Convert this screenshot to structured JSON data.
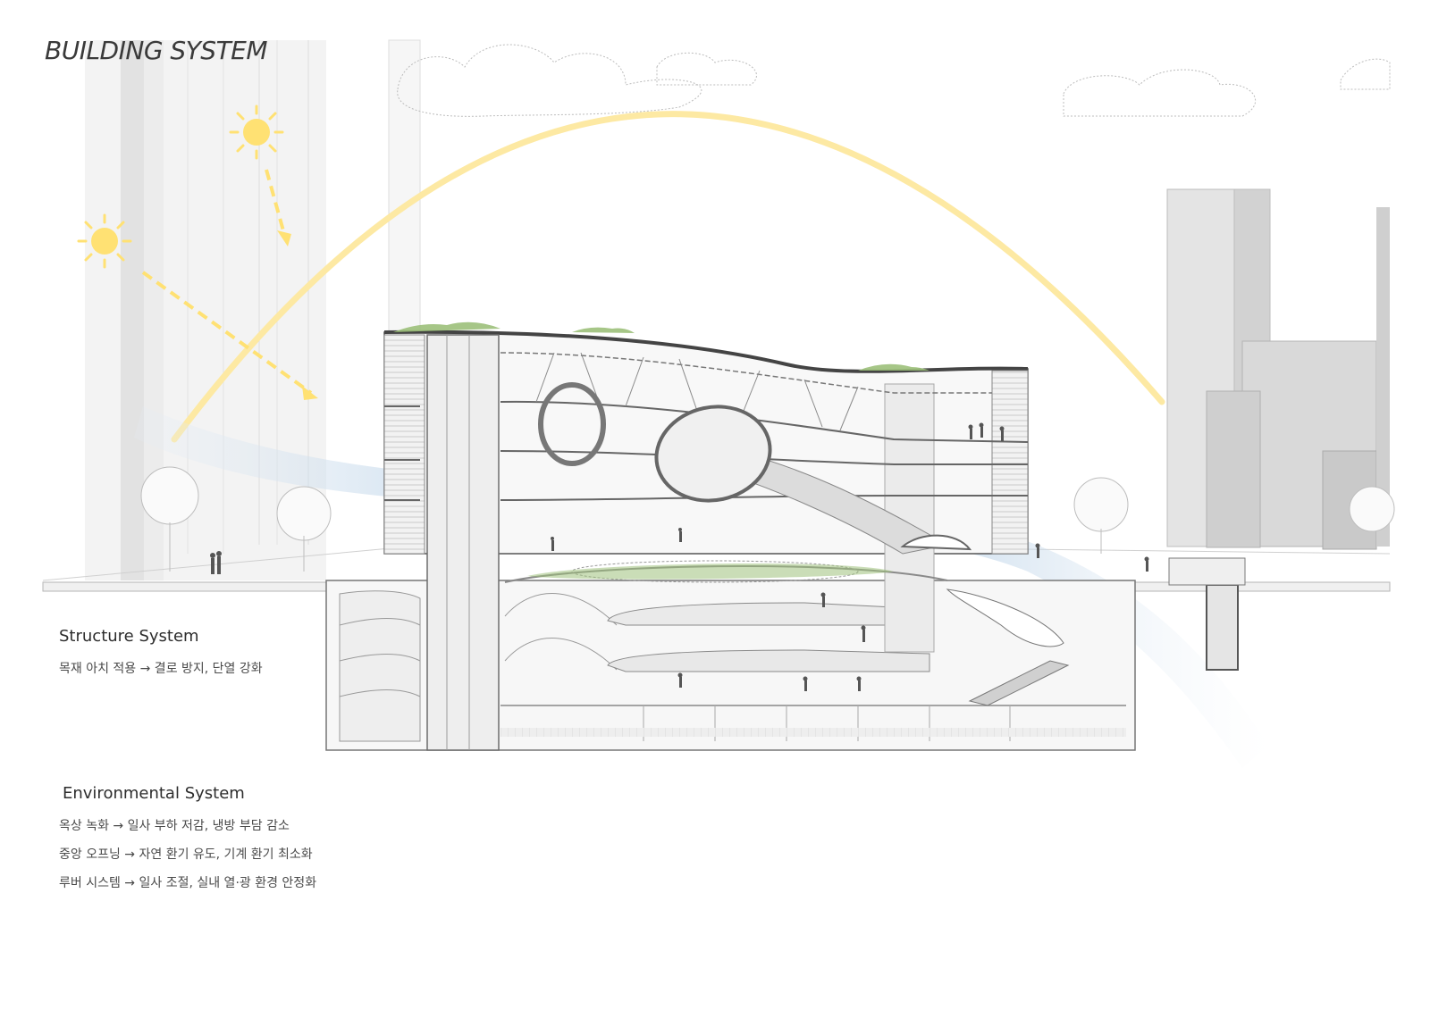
{
  "title": "BUILDING SYSTEM",
  "structure_system": {
    "heading": "Structure System",
    "items": [
      "목재 아치 적용 → 결로 방지, 단열 강화"
    ]
  },
  "environmental_system": {
    "heading": "Environmental System",
    "items": [
      "옥상 녹화 → 일사 부하 저감, 냉방 부담 감소",
      "중앙 오프닝 → 자연 환기 유도, 기계 환기 최소화",
      "루버 시스템 → 일사 조절, 실내 열·광 환경 안정화"
    ]
  },
  "colors": {
    "sun": "#ffe173",
    "sun_path": "#fde9a3",
    "airflow": "#cfe0ef",
    "structure_line": "#666666",
    "greenery": "#9cc07a"
  },
  "icons": [
    "sun-icon",
    "arrow-icon"
  ]
}
